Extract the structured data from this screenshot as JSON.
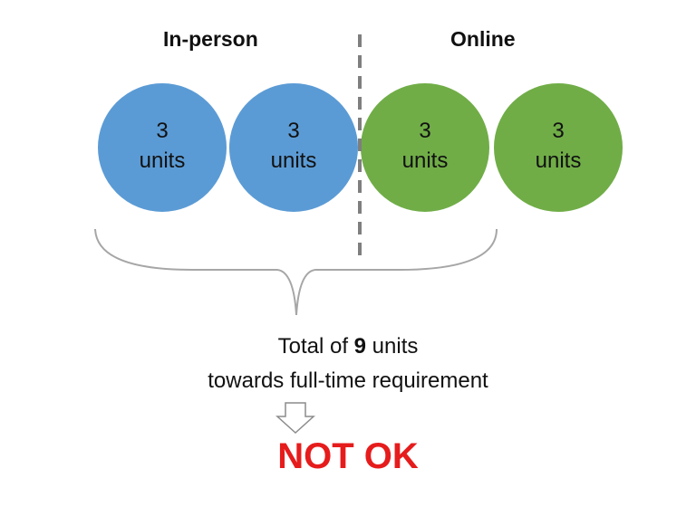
{
  "headings": {
    "in_person": "In-person",
    "online": "Online"
  },
  "circles": [
    {
      "number": "3",
      "unit": "units",
      "color": "#5b9bd5",
      "group": "in_person"
    },
    {
      "number": "3",
      "unit": "units",
      "color": "#5b9bd5",
      "group": "in_person"
    },
    {
      "number": "3",
      "unit": "units",
      "color": "#70ad47",
      "group": "online"
    },
    {
      "number": "3",
      "unit": "units",
      "color": "#70ad47",
      "group": "online"
    }
  ],
  "summary": {
    "line1_prefix": "Total of ",
    "line1_value": "9",
    "line1_suffix": " units",
    "line2": "towards full-time requirement"
  },
  "verdict": {
    "text": "NOT OK",
    "color": "#e61c1c"
  },
  "icons": {
    "arrow": "down-arrow-outline-icon",
    "brace": "curly-brace-icon",
    "divider": "dashed-divider-line"
  }
}
